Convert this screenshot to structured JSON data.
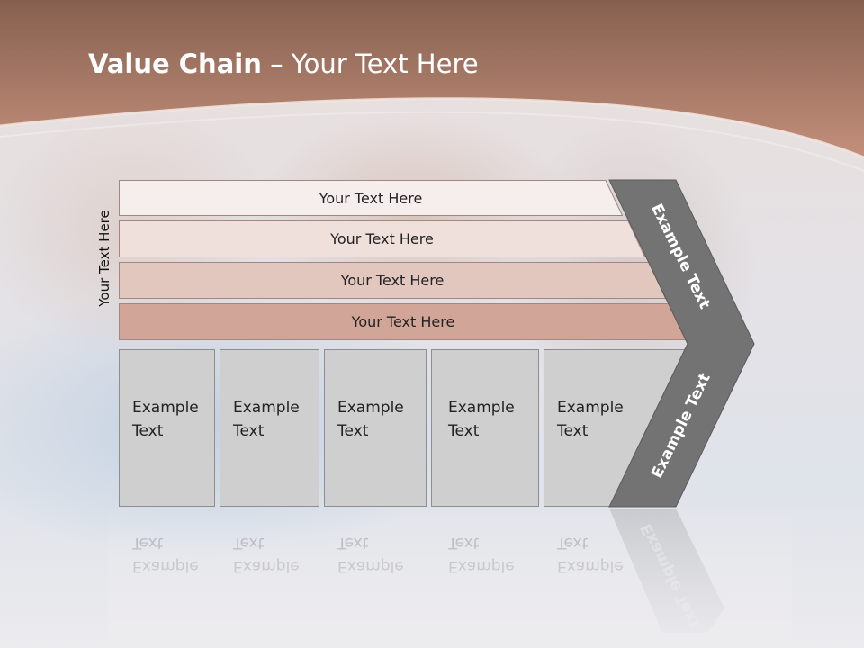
{
  "slide": {
    "title_bold": "Value Chain",
    "title_rest": " – Your Text Here",
    "side_label": "Your Text Here"
  },
  "bands": [
    {
      "label": "Your Text Here",
      "color": "#f6eeec"
    },
    {
      "label": "Your Text Here",
      "color": "#efe0dc"
    },
    {
      "label": "Your Text Here",
      "color": "#e2c7bf"
    },
    {
      "label": "Your Text Here",
      "color": "#d1a698"
    }
  ],
  "columns": [
    {
      "line1": "Example",
      "line2": "Text"
    },
    {
      "line1": "Example",
      "line2": "Text"
    },
    {
      "line1": "Example",
      "line2": "Text"
    },
    {
      "line1": "Example",
      "line2": "Text"
    },
    {
      "line1": "Example",
      "line2": "Text"
    }
  ],
  "arrow": {
    "upper_label": "Example Text",
    "lower_label": "Example Text",
    "color": "#737373"
  },
  "colors": {
    "header_top": "#8a6655",
    "header_bottom": "#c08c78",
    "column_fill": "#cfcfcf"
  }
}
